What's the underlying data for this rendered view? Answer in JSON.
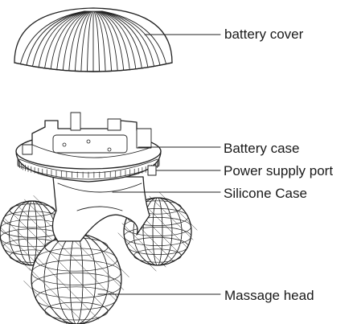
{
  "diagram": {
    "labels": {
      "battery_cover": "battery cover",
      "battery_case": "Battery case",
      "power_supply_port": "Power supply port",
      "silicone_case": "Silicone Case",
      "massage_head": "Massage head"
    }
  }
}
